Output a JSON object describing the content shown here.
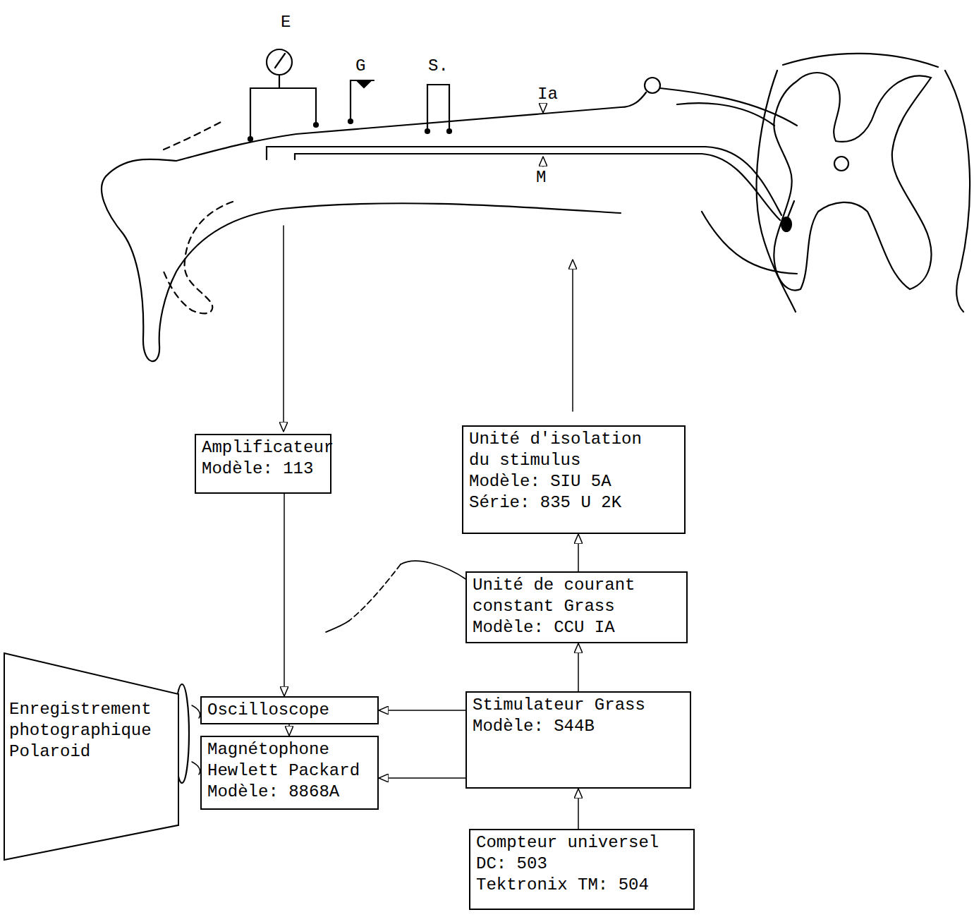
{
  "diagram": {
    "nodes": [
      {
        "text": [
          "Amplificateur",
          "Modèle: 113"
        ]
      },
      {
        "text": [
          "Unité d'isolation du stimulus",
          "Modèle: SIU 5A",
          "Série: 835 U 2K"
        ]
      },
      {
        "text": [
          "Unité de courant constant Grass",
          "Modèle: CCU IA"
        ]
      },
      {
        "text": [
          "Enregistrement photographique Polaroid"
        ]
      },
      {
        "text": [
          "Oscilloscope"
        ]
      },
      {
        "text": [
          "Stimulateur Grass",
          "Modèle: S44B"
        ]
      },
      {
        "text": [
          "Magnétophone Hewlett Packard",
          "Modèle: 8868A"
        ]
      },
      {
        "text": [
          "Compteur universel",
          "DC: 503",
          "Tektronix TM: 504"
        ]
      }
    ],
    "edges": [
      {
        "from": 0,
        "to": 4,
        "arrow": "to"
      },
      {
        "from": 4,
        "to": 6,
        "arrow": "to"
      },
      {
        "from": 5,
        "to": 4,
        "arrow": "to"
      },
      {
        "from": 5,
        "to": 6,
        "arrow": "to"
      },
      {
        "from": 5,
        "to": 2,
        "arrow": "to"
      },
      {
        "from": 2,
        "to": 1,
        "arrow": "to"
      },
      {
        "from": 7,
        "to": 5,
        "arrow": "to"
      }
    ],
    "labels": [
      "E",
      "G",
      "S.",
      "Ia",
      "M"
    ]
  }
}
